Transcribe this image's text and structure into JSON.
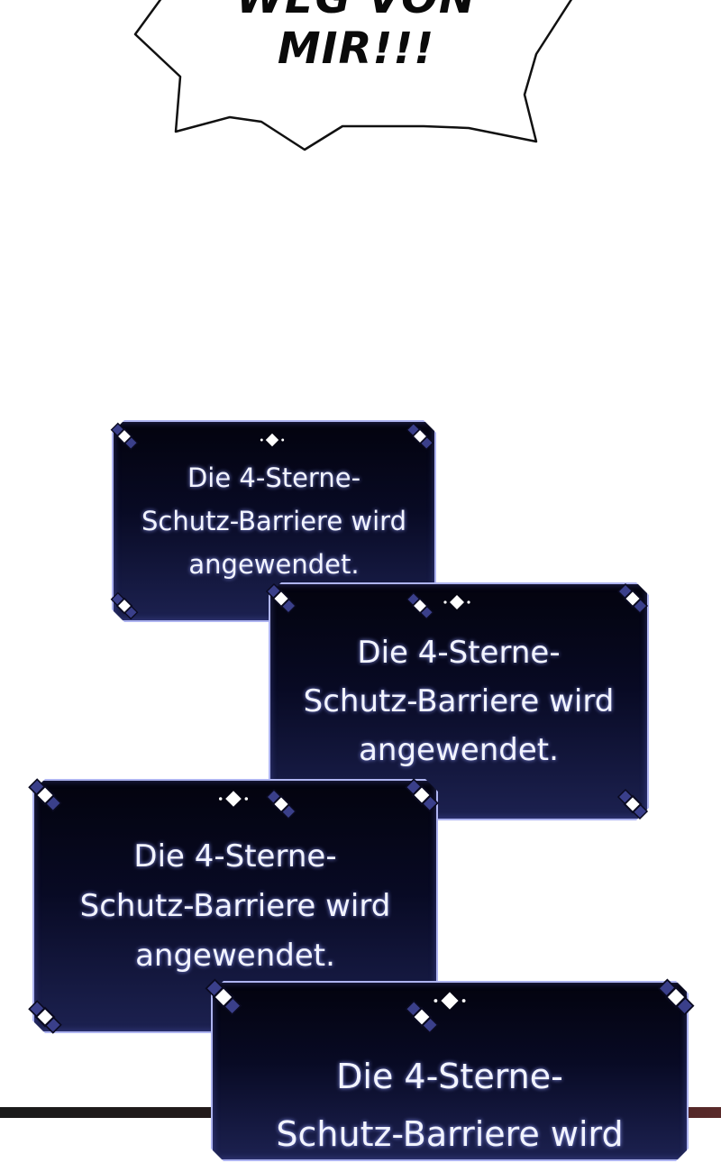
{
  "speech_bubble": {
    "line1": "WEG VON",
    "line2": "MIR!!!"
  },
  "system_messages": [
    {
      "line1": "Die 4-Sterne-",
      "line2": "Schutz-Barriere wird",
      "line3": "angewendet."
    },
    {
      "line1": "Die 4-Sterne-",
      "line2": "Schutz-Barriere wird",
      "line3": "angewendet."
    },
    {
      "line1": "Die 4-Sterne-",
      "line2": "Schutz-Barriere wird",
      "line3": "angewendet."
    },
    {
      "line1": "Die 4-Sterne-",
      "line2": "Schutz-Barriere wird",
      "line3": ""
    }
  ],
  "colors": {
    "panel_background": "#080a24",
    "panel_glow": "#8c96ff",
    "text": "#f2f4ff"
  }
}
